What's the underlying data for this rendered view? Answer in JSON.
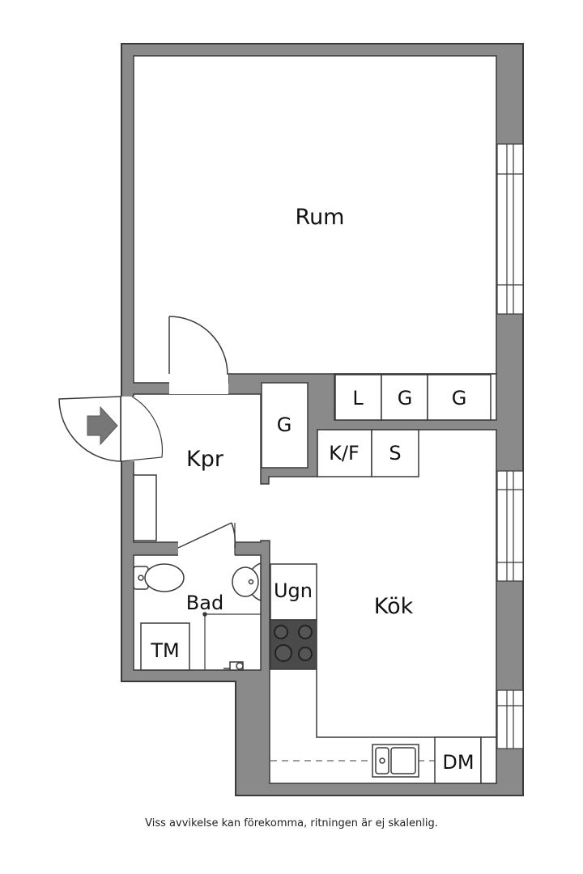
{
  "rooms": {
    "rum": "Rum",
    "kpr": "Kpr",
    "kok": "Kök",
    "bad": "Bad"
  },
  "fixtures": {
    "wardrobe_l": "L",
    "wardrobe_g1": "G",
    "wardrobe_g2": "G",
    "hall_wardrobe_g": "G",
    "fridge_freezer": "K/F",
    "pantry_s": "S",
    "oven": "Ugn",
    "washer_tm": "TM",
    "dishwasher": "DM"
  },
  "footer": {
    "disclaimer": "Viss avvikelse kan förekomma, ritningen är ej skalenlig."
  },
  "colors": {
    "wall": "#8a8a8a",
    "outline": "#3a3a3a",
    "floor": "#ffffff"
  }
}
